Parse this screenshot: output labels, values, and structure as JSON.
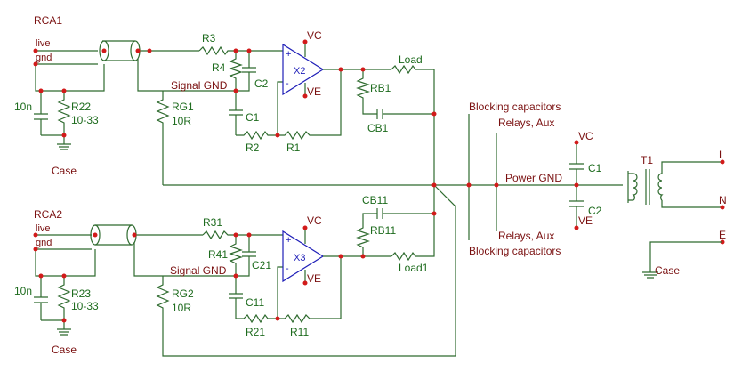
{
  "channel1": {
    "connector": "RCA1",
    "live": "live",
    "gnd": "gnd",
    "cap": "10n",
    "r22": "R22",
    "r22_val": "10-33",
    "case": "Case",
    "r3": "R3",
    "r4": "R4",
    "c2": "C2",
    "c1": "C1",
    "r2": "R2",
    "r1": "R1",
    "rg": "RG1",
    "rg_val": "10R",
    "signal_gnd": "Signal GND",
    "opamp": "X2",
    "vc": "VC",
    "ve": "VE",
    "plus": "+",
    "minus": "-",
    "rb": "RB1",
    "cb": "CB1",
    "load": "Load"
  },
  "channel2": {
    "connector": "RCA2",
    "live": "live",
    "gnd": "gnd",
    "cap": "10n",
    "r23": "R23",
    "r23_val": "10-33",
    "case": "Case",
    "r31": "R31",
    "r41": "R41",
    "c21": "C21",
    "c11": "C11",
    "r21": "R21",
    "r11": "R11",
    "rg": "RG2",
    "rg_val": "10R",
    "signal_gnd": "Signal GND",
    "opamp": "X3",
    "vc": "VC",
    "ve": "VE",
    "plus": "+",
    "minus": "-",
    "rb": "RB11",
    "cb": "CB11",
    "load": "Load1"
  },
  "middle": {
    "blocking_top": "Blocking capacitors",
    "relays_top": "Relays, Aux",
    "relays_bottom": "Relays, Aux",
    "blocking_bottom": "Blocking capacitors",
    "power_gnd": "Power GND"
  },
  "power": {
    "vc": "VC",
    "ve": "VE",
    "c1": "C1",
    "c2": "C2",
    "t1": "T1",
    "l": "L",
    "n": "N",
    "e": "E",
    "case": "Case"
  }
}
